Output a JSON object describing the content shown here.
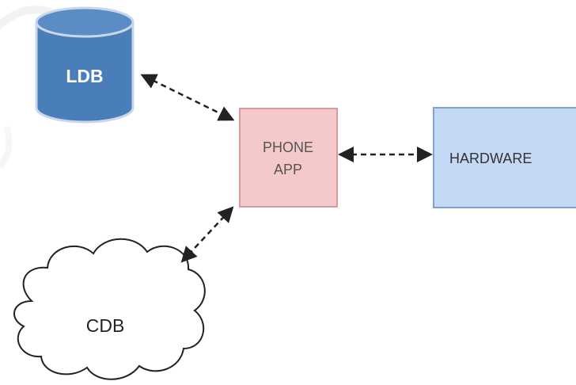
{
  "diagram": {
    "nodes": {
      "ldb": {
        "label": "LDB",
        "shape": "database-cylinder",
        "fill": "#4a7ebb",
        "stroke": "#c9d7ea",
        "text_color": "#ffffff"
      },
      "phone_app": {
        "line1": "PHONE",
        "line2": "APP",
        "shape": "rectangle",
        "fill": "#f5c9c9",
        "stroke": "#d99a9a",
        "text_color": "#555555"
      },
      "hardware": {
        "label": "HARDWARE",
        "shape": "rectangle",
        "fill": "#c3d9f5",
        "stroke": "#7ea3d3",
        "text_color": "#333333"
      },
      "cdb": {
        "label": "CDB",
        "shape": "cloud",
        "fill": "#ffffff",
        "stroke": "#222222",
        "text_color": "#222222"
      }
    },
    "edges": [
      {
        "from": "ldb",
        "to": "phone_app",
        "style": "dashed",
        "arrows": "both"
      },
      {
        "from": "phone_app",
        "to": "hardware",
        "style": "dashed",
        "arrows": "both"
      },
      {
        "from": "phone_app",
        "to": "cdb",
        "style": "dashed",
        "arrows": "both"
      }
    ]
  }
}
